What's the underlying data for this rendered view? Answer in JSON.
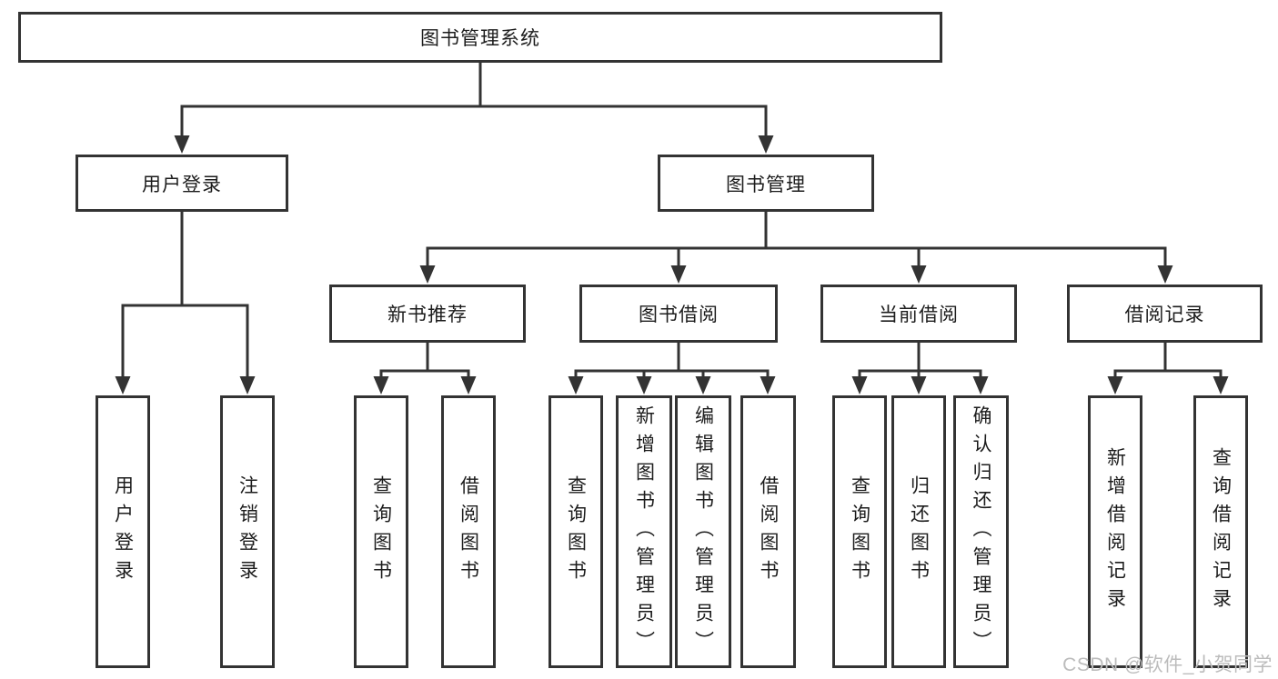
{
  "tree": {
    "root": {
      "label": "图书管理系统"
    },
    "branches": [
      {
        "label": "用户登录",
        "leaves": [
          {
            "label": "用户登录"
          },
          {
            "label": "注销登录"
          }
        ]
      },
      {
        "label": "图书管理",
        "groups": [
          {
            "label": "新书推荐",
            "leaves": [
              {
                "label": "查询图书"
              },
              {
                "label": "借阅图书"
              }
            ]
          },
          {
            "label": "图书借阅",
            "leaves": [
              {
                "label": "查询图书"
              },
              {
                "label": "新增图书（管理员）"
              },
              {
                "label": "编辑图书（管理员）"
              },
              {
                "label": "借阅图书"
              }
            ]
          },
          {
            "label": "当前借阅",
            "leaves": [
              {
                "label": "查询图书"
              },
              {
                "label": "归还图书"
              },
              {
                "label": "确认归还（管理员）"
              }
            ]
          },
          {
            "label": "借阅记录",
            "leaves": [
              {
                "label": "新增借阅记录"
              },
              {
                "label": "查询借阅记录"
              }
            ]
          }
        ]
      }
    ]
  },
  "watermark": {
    "text": "CSDN @软件_小贺同学"
  },
  "colors": {
    "line": "#333333",
    "box_border": "#333333",
    "box_fill": "#ffffff",
    "text": "#1c1c1c",
    "watermark": "#bcbcbc"
  }
}
